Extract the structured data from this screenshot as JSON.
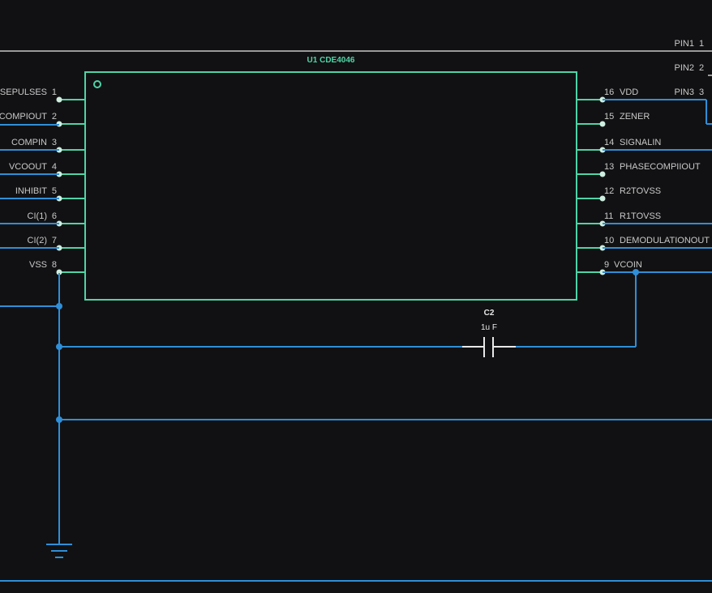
{
  "colors": {
    "background": "#111113",
    "wire": "#2f8fd8",
    "ic_outline": "#4fd4a6",
    "pin_dot": "#cfeee0",
    "text": "#c9c9c9",
    "rail": "#9a9a9a"
  },
  "ic": {
    "title": "U1 CDE4046",
    "left_pins": [
      {
        "num": "1",
        "name": "ASEPULSES"
      },
      {
        "num": "2",
        "name": "COMPIOUT"
      },
      {
        "num": "3",
        "name": "COMPIN"
      },
      {
        "num": "4",
        "name": "VCOOUT"
      },
      {
        "num": "5",
        "name": "INHIBIT"
      },
      {
        "num": "6",
        "name": "CI(1)"
      },
      {
        "num": "7",
        "name": "CI(2)"
      },
      {
        "num": "8",
        "name": "VSS"
      }
    ],
    "right_pins": [
      {
        "num": "16",
        "name": "VDD"
      },
      {
        "num": "15",
        "name": "ZENER"
      },
      {
        "num": "14",
        "name": "SIGNALIN"
      },
      {
        "num": "13",
        "name": "PHASECOMPIIOUT"
      },
      {
        "num": "12",
        "name": "R2TOVSS"
      },
      {
        "num": "11",
        "name": "R1TOVSS"
      },
      {
        "num": "10",
        "name": "DEMODULATIONOUT"
      },
      {
        "num": "9",
        "name": "VCOIN"
      }
    ]
  },
  "connector": {
    "pins": [
      {
        "name": "PIN1",
        "num": "1"
      },
      {
        "name": "PIN2",
        "num": "2"
      },
      {
        "name": "PIN3",
        "num": "3"
      }
    ]
  },
  "capacitor": {
    "ref": "C2",
    "value": "1u F"
  },
  "ground": {
    "icon": "ground-icon"
  }
}
